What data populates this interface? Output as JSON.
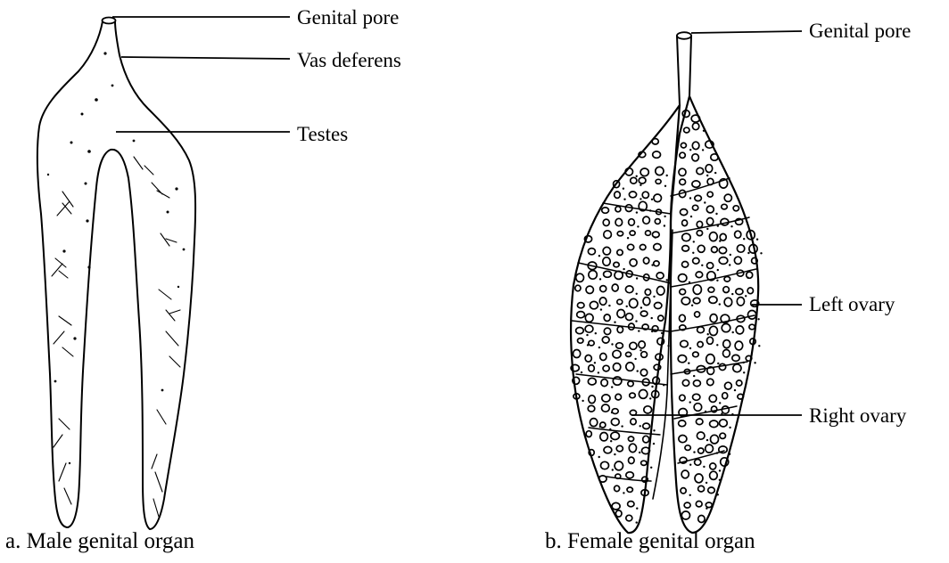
{
  "male": {
    "labels": {
      "genital_pore": "Genital pore",
      "vas_deferens": "Vas deferens",
      "testes": "Testes"
    },
    "caption": "a. Male genital organ"
  },
  "female": {
    "labels": {
      "genital_pore": "Genital pore",
      "left_ovary": "Left ovary",
      "right_ovary": "Right ovary"
    },
    "caption": "b. Female genital organ"
  },
  "colors": {
    "ink": "#000000",
    "background": "#ffffff"
  }
}
